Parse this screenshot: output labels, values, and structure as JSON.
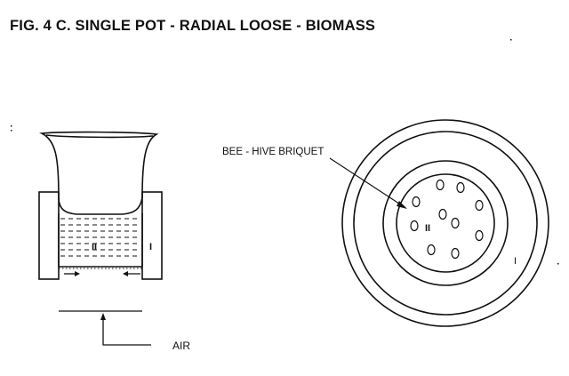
{
  "title": "FIG. 4 C. SINGLE POT - RADIAL LOOSE - BIOMASS",
  "labels": {
    "briquet": "BEE - HIVE BRIQUET",
    "air": "AIR",
    "side_fuel_zone": "II",
    "side_wall": "I",
    "top_center": "II",
    "top_outer": "I"
  },
  "colors": {
    "ink": "#111111",
    "background": "#ffffff"
  }
}
